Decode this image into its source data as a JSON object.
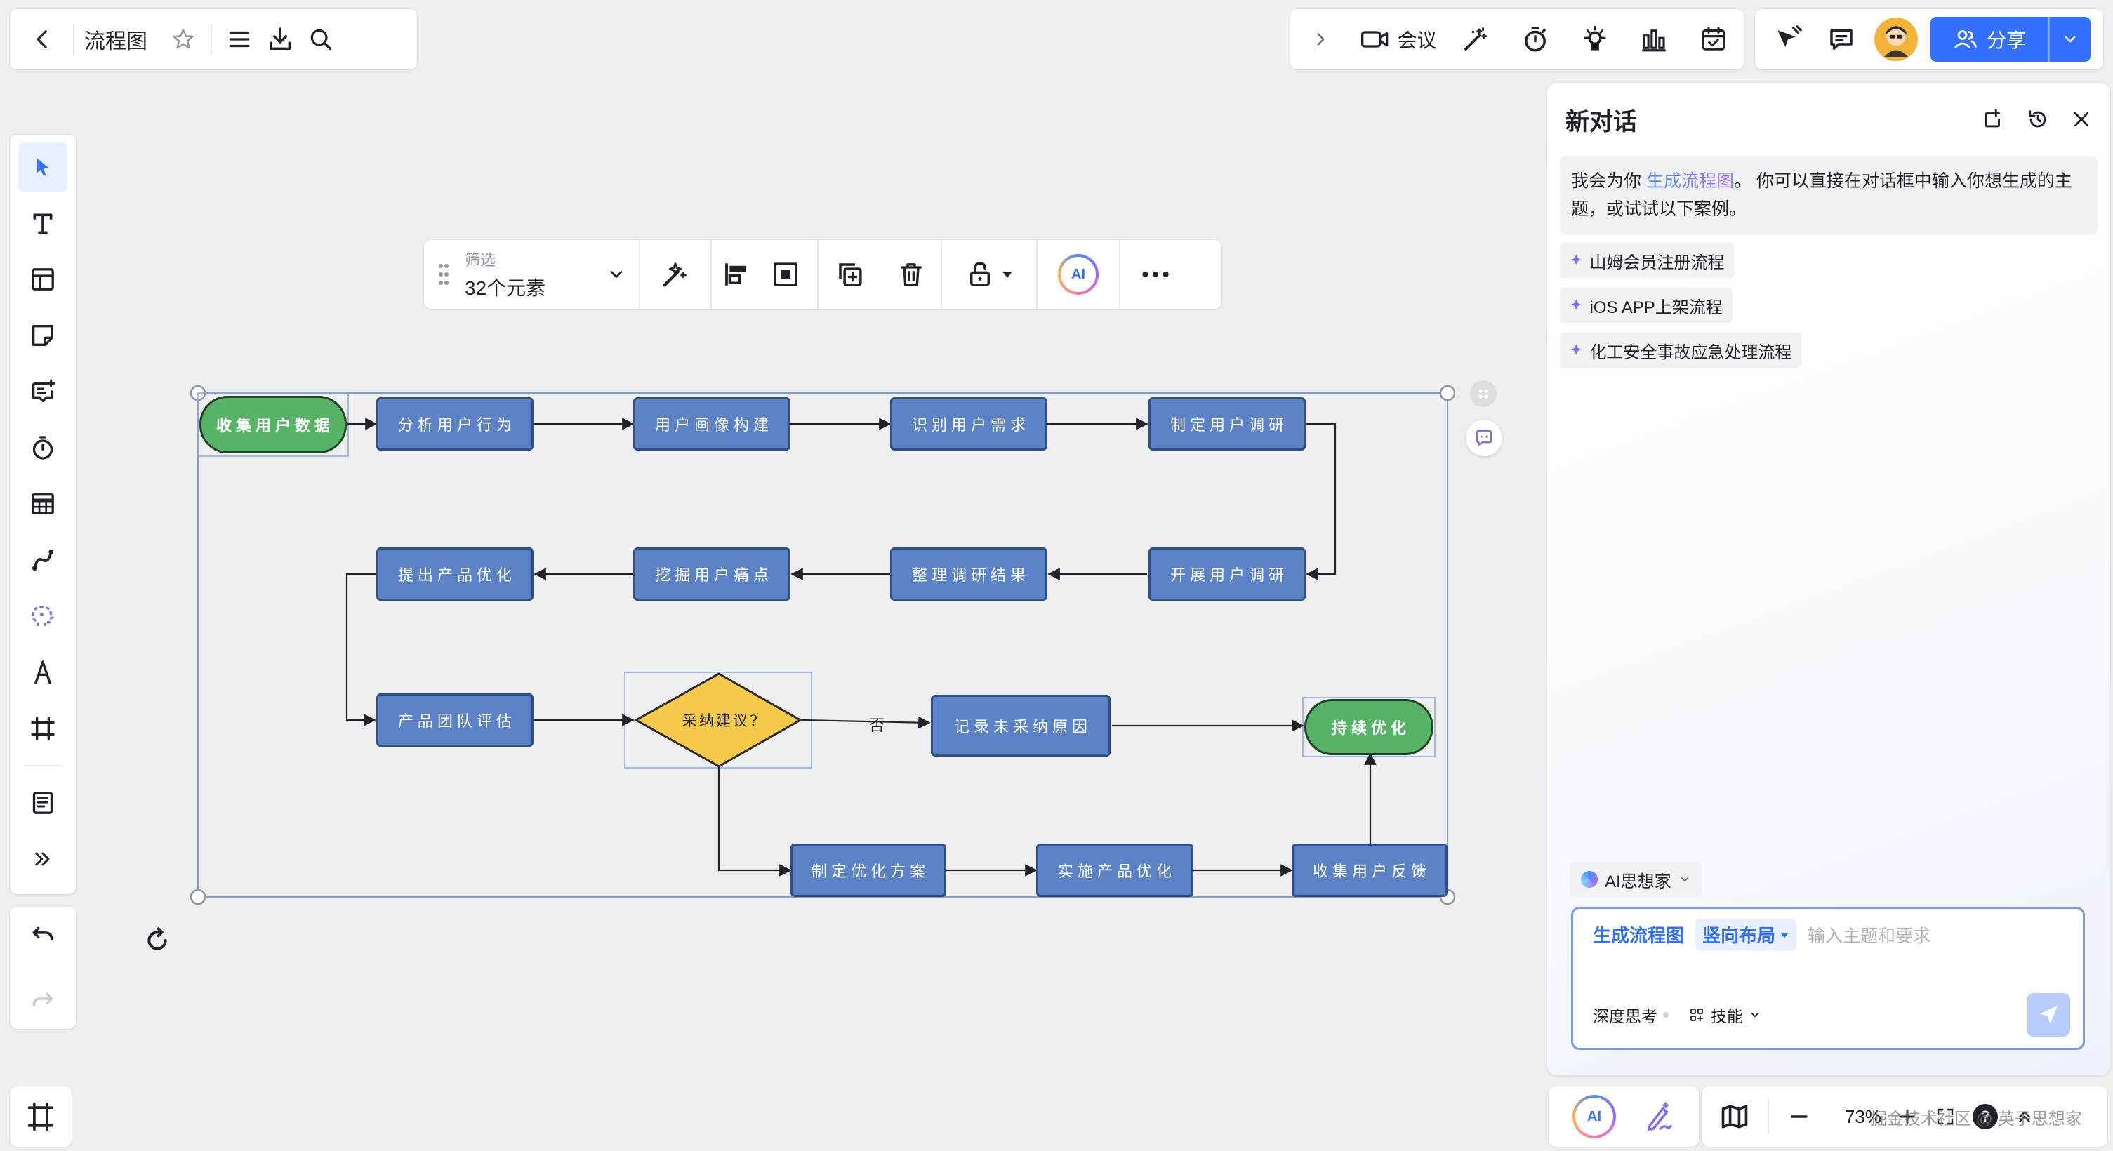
{
  "topbar": {
    "doc_title": "流程图",
    "meeting_label": "会议",
    "share_label": "分享"
  },
  "selection_toolbar": {
    "filter_label": "筛选",
    "count_label": "32个元素",
    "ai_label": "AI"
  },
  "flowchart": {
    "nodes": {
      "collect_data": "收集用户数据",
      "analyze_behavior": "分析用户行为",
      "build_persona": "用户画像构建",
      "identify_needs": "识别用户需求",
      "plan_research": "制定用户调研",
      "conduct_research": "开展用户调研",
      "organize_results": "整理调研结果",
      "mine_pain_points": "挖掘用户痛点",
      "propose_optimization": "提出产品优化",
      "team_evaluation": "产品团队评估",
      "adopt_decision": "采纳建议?",
      "record_reason": "记录未采纳原因",
      "continuous_optimization": "持续优化",
      "make_plan": "制定优化方案",
      "implement_optimization": "实施产品优化",
      "collect_feedback": "收集用户反馈"
    },
    "edge_labels": {
      "no": "否"
    }
  },
  "ai_panel": {
    "title": "新对话",
    "intro_prefix": "我会为你",
    "intro_link": "生成流程图",
    "intro_suffix": "。 你可以直接在对话框中输入你想生成的主题，或试试以下案例。",
    "suggestions": [
      "山姆会员注册流程",
      "iOS APP上架流程",
      "化工安全事故应急处理流程"
    ],
    "model_label": "AI思想家",
    "mode_tag": "生成流程图",
    "layout_tag": "竖向布局",
    "input_placeholder": "输入主题和要求",
    "deep_think_label": "深度思考",
    "skills_label": "技能"
  },
  "bottom_bar": {
    "ai_label": "AI",
    "zoom_label": "73%",
    "watermark": "掘金技术社区 @ 英子思想家"
  },
  "colors": {
    "accent": "#3370ff",
    "node_blue": "#5b82c6",
    "node_green": "#57b366",
    "decision_yellow": "#f7c948"
  }
}
